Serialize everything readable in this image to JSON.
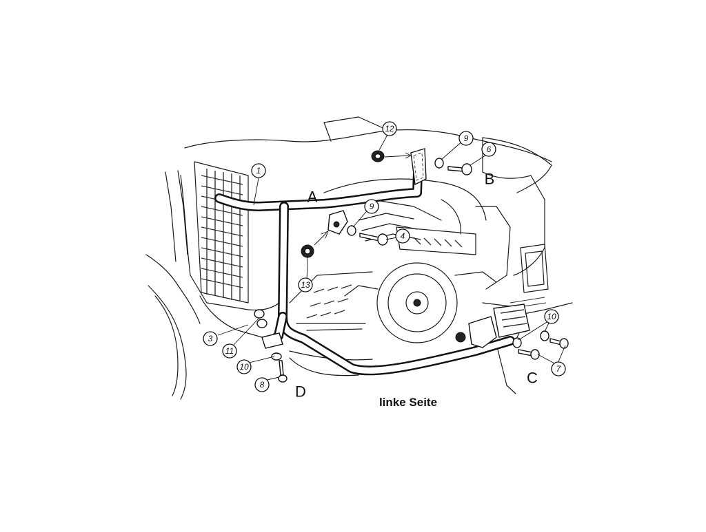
{
  "assembly_labels": {
    "a": "A",
    "b": "B",
    "c": "C",
    "d": "D"
  },
  "callouts": [
    {
      "id": "c1",
      "text": "1"
    },
    {
      "id": "c3",
      "text": "3"
    },
    {
      "id": "c4",
      "text": "4"
    },
    {
      "id": "c6",
      "text": "6"
    },
    {
      "id": "c7",
      "text": "7"
    },
    {
      "id": "c8",
      "text": "8"
    },
    {
      "id": "c9a",
      "text": "9"
    },
    {
      "id": "c9b",
      "text": "9"
    },
    {
      "id": "c10a",
      "text": "10"
    },
    {
      "id": "c10b",
      "text": "10"
    },
    {
      "id": "c11",
      "text": "11"
    },
    {
      "id": "c12",
      "text": "12"
    },
    {
      "id": "c13",
      "text": "13"
    }
  ],
  "caption": "linke Seite"
}
